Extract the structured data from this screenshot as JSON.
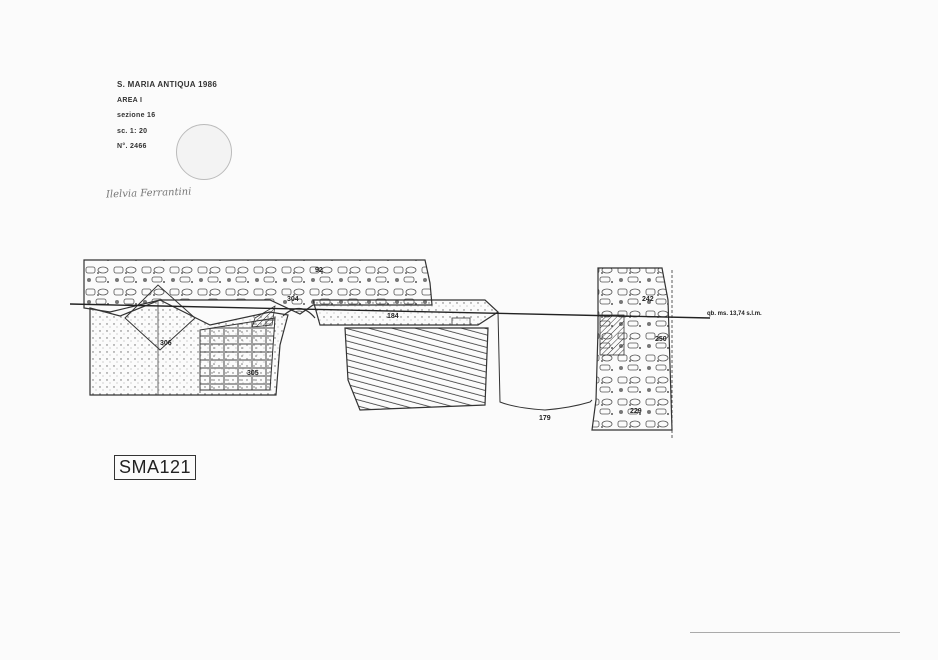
{
  "header": {
    "title": "S. MARIA ANTIQUA 1986",
    "area": "AREA I",
    "prospect": "sezione 16",
    "scale": "sc. 1: 20",
    "number": "N°. 2466"
  },
  "signature": "Ilelvia Ferrantini",
  "sheet_label": "SMA121",
  "datum": "qb. ms. 13,74 s.l.m.",
  "units": [
    "92",
    "304",
    "184",
    "306",
    "305",
    "179",
    "242",
    "250",
    "229"
  ]
}
